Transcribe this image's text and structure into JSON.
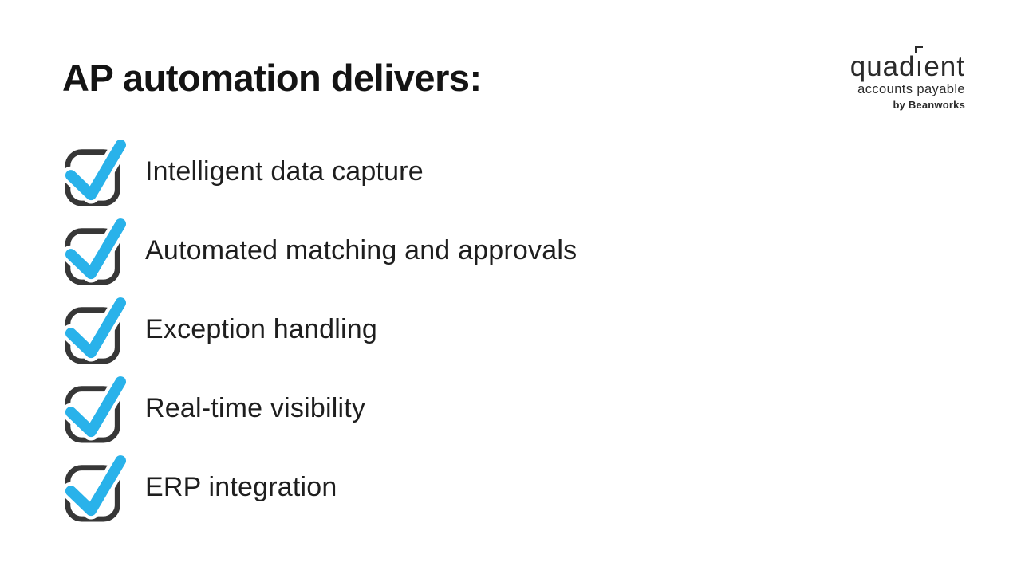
{
  "title": "AP automation delivers:",
  "logo": {
    "brand_pre": "quad",
    "brand_i": "ı",
    "brand_post": "ent",
    "subtitle": "accounts payable",
    "byline": "by Beanworks"
  },
  "checklist": {
    "items": [
      {
        "label": "Intelligent data capture"
      },
      {
        "label": "Automated matching and approvals"
      },
      {
        "label": "Exception handling"
      },
      {
        "label": "Real-time visibility"
      },
      {
        "label": "ERP integration"
      }
    ]
  },
  "colors": {
    "background": "#ffffff",
    "check_blue": "#29B2EA",
    "checkbox_outline": "#373737",
    "body_text": "#1E1E1E",
    "title_text": "#141414",
    "logo_text": "#2B2B2B"
  }
}
